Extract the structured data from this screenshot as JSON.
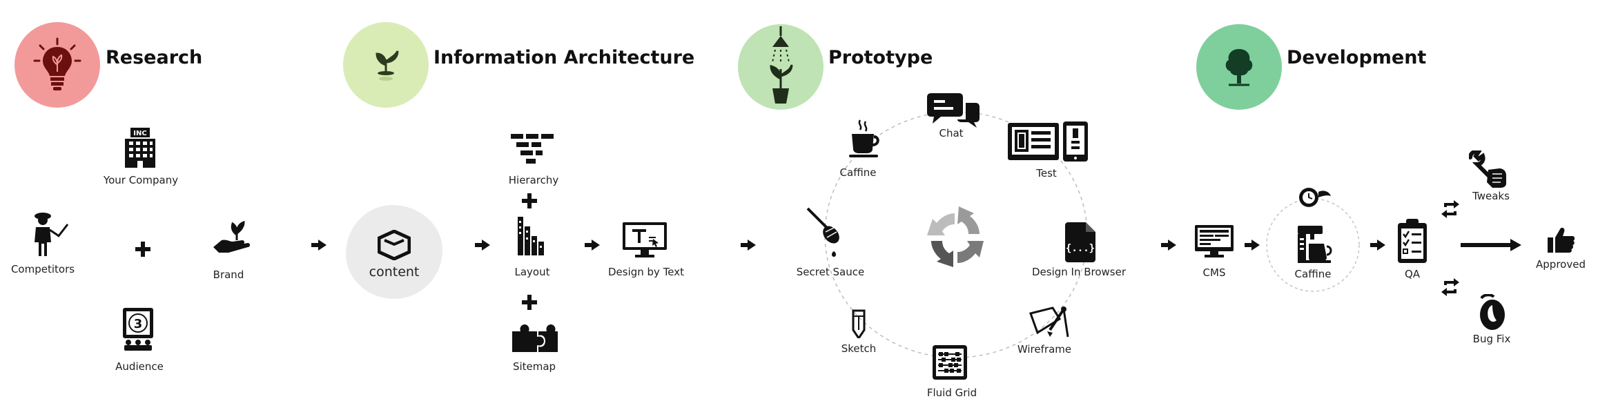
{
  "phases": {
    "research": {
      "title": "Research",
      "color": "#f29a9a"
    },
    "ia": {
      "title": "Information Architecture",
      "color": "#d9ecb5"
    },
    "prototype": {
      "title": "Prototype",
      "color": "#bfe3b4"
    },
    "development": {
      "title": "Development",
      "color": "#7fcf9d"
    }
  },
  "research": {
    "your_company": "Your Company",
    "competitors": "Competitors",
    "audience": "Audience",
    "brand": "Brand"
  },
  "content_label": "content",
  "ia": {
    "hierarchy": "Hierarchy",
    "layout": "Layout",
    "sitemap": "Sitemap",
    "design_by_text": "Design by Text"
  },
  "prototype": {
    "chat": "Chat",
    "caffine": "Caffine",
    "test": "Test",
    "secret_sauce": "Secret Sauce",
    "design_in_browser": "Design In Browser",
    "sketch": "Sketch",
    "wireframe": "Wireframe",
    "fluid_grid": "Fluid Grid"
  },
  "development": {
    "cms": "CMS",
    "caffine": "Caffine",
    "qa": "QA",
    "tweaks": "Tweaks",
    "bug_fix": "Bug Fix",
    "approved": "Approved"
  },
  "icon_text": {
    "inc": "INC",
    "countdown": "3"
  }
}
